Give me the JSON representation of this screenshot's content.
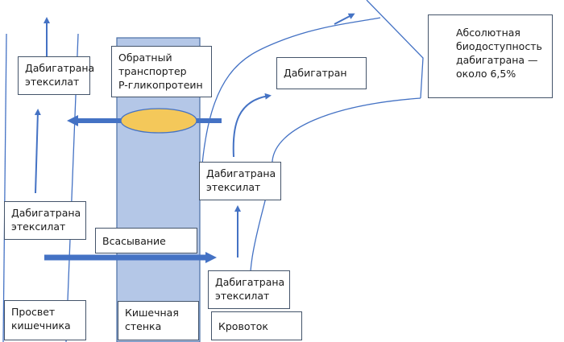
{
  "colors": {
    "arrow": "#4472c4",
    "wall_fill": "#b4c7e7",
    "ellipse_fill": "#f4c85a",
    "box_border": "#44546a"
  },
  "labels": {
    "lumen_top": "Дабигатрана\nэтексилат",
    "lumen_mid": "Дабигатрана\nэтексилат",
    "lumen_area": "Просвет\nкишечника",
    "transporter": "Обратный\nтранспортер\nP-гликопротеин",
    "absorption": "Всасывание",
    "wall_area": "Кишечная\nстенка",
    "blood_mid": "Дабигатрана\nэтексилат",
    "blood_low": "Дабигатрана\nэтексилат",
    "blood_area": "Кровоток",
    "dabigatran": "Дабигатран",
    "bioavailability": "Абсолютная\nбиодоступность\nдабигатрана —\nоколо 6,5%"
  }
}
